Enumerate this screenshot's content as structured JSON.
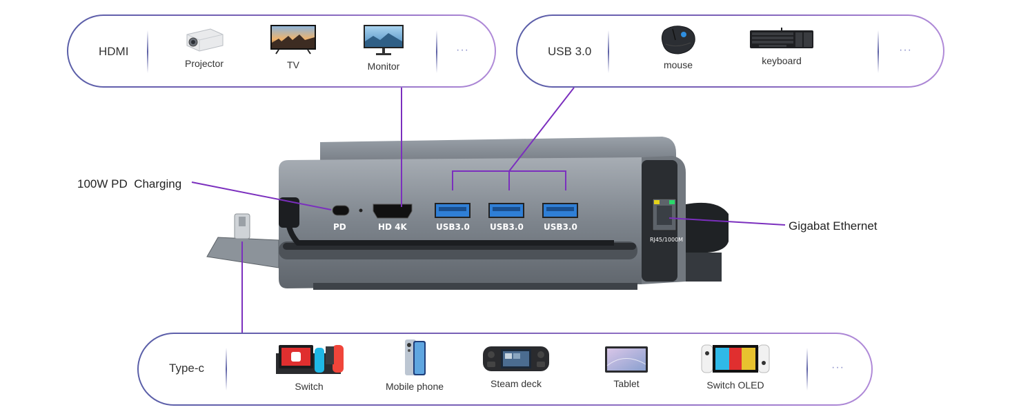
{
  "hdmi_group": {
    "label": "HDMI",
    "devices": [
      "Projector",
      "TV",
      "Monitor"
    ],
    "more": "···"
  },
  "usb_group": {
    "label": "USB 3.0",
    "devices": [
      "mouse",
      "keyboard"
    ],
    "more": "···"
  },
  "typec_group": {
    "label": "Type-c",
    "devices": [
      "Switch",
      "Mobile phone",
      "Steam deck",
      "Tablet",
      "Switch OLED"
    ],
    "more": "···"
  },
  "callouts": {
    "pd_charging": "100W PD  Charging",
    "ethernet": "Gigabat Ethernet"
  },
  "ports": {
    "pd": "PD",
    "hdmi": "HD 4K",
    "usb1": "USB3.0",
    "usb2": "USB3.0",
    "usb3": "USB3.0",
    "rj45": "RJ45/1000M"
  },
  "colors": {
    "accent_line": "#7b2fbe",
    "pill_border_start": "#5a5fa8",
    "pill_border_end": "#b08ad8",
    "usb_blue": "#2f7fd6",
    "dock_gray": "#8d949c"
  }
}
